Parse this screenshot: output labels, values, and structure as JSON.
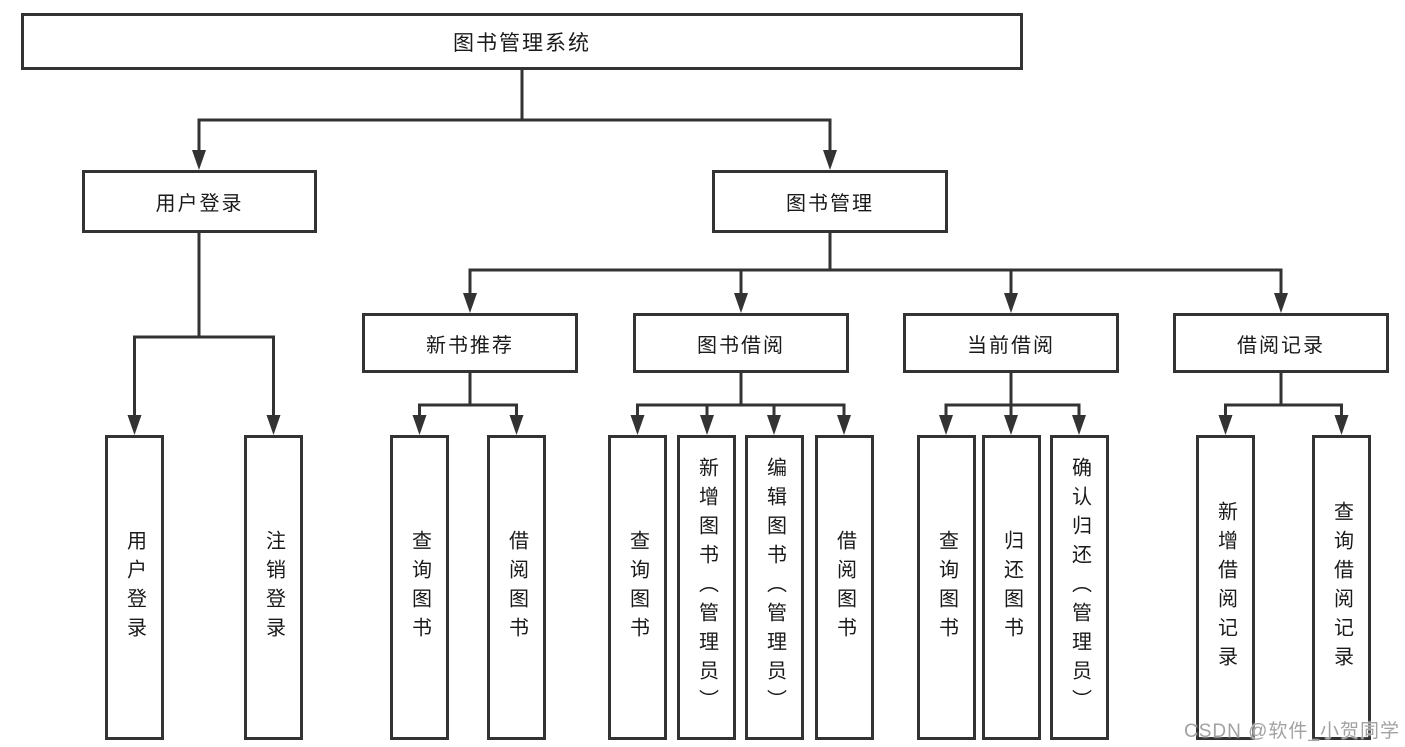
{
  "colors": {
    "line": "#333333",
    "box_border": "#333333",
    "text": "#1a1a1a",
    "watermark": "#a2a2a2",
    "background": "#ffffff"
  },
  "tree": {
    "label": "图书管理系统",
    "children": [
      {
        "label": "用户登录",
        "children": [
          {
            "label": "用户登录"
          },
          {
            "label": "注销登录"
          }
        ]
      },
      {
        "label": "图书管理",
        "children": [
          {
            "label": "新书推荐",
            "children": [
              {
                "label": "查询图书"
              },
              {
                "label": "借阅图书"
              }
            ]
          },
          {
            "label": "图书借阅",
            "children": [
              {
                "label": "查询图书"
              },
              {
                "label": "新增图书（管理员）"
              },
              {
                "label": "编辑图书（管理员）"
              },
              {
                "label": "借阅图书"
              }
            ]
          },
          {
            "label": "当前借阅",
            "children": [
              {
                "label": "查询图书"
              },
              {
                "label": "归还图书"
              },
              {
                "label": "确认归还（管理员）"
              }
            ]
          },
          {
            "label": "借阅记录",
            "children": [
              {
                "label": "新增借阅记录"
              },
              {
                "label": "查询借阅记录"
              }
            ]
          }
        ]
      }
    ]
  },
  "watermark": "CSDN @软件_小贺同学"
}
